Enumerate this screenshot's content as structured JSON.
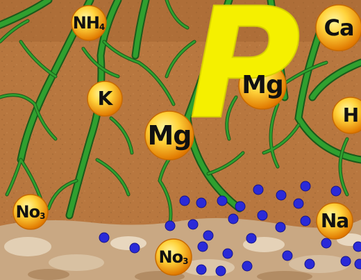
{
  "big_letter": "P",
  "colors": {
    "soil": "#b8773f",
    "soil_dark": "#8a5a2b",
    "rock": "#d9c3a6",
    "root": "#2e8b2e",
    "root_edge": "#1a5a1a",
    "ion_inner": "#ffe55a",
    "ion_outer": "#f08a00",
    "phosphorus": "#f5f000",
    "dot": "#2a2ad8"
  },
  "ions": [
    {
      "name": "ion-nh4",
      "text": "NH",
      "sub": "4"
    },
    {
      "name": "ion-k",
      "text": "K",
      "sub": ""
    },
    {
      "name": "ion-mg-center",
      "text": "Mg",
      "sub": ""
    },
    {
      "name": "ion-mg-right",
      "text": "Mg",
      "sub": ""
    },
    {
      "name": "ion-ca",
      "text": "Ca",
      "sub": ""
    },
    {
      "name": "ion-h",
      "text": "H",
      "sub": ""
    },
    {
      "name": "ion-no3-left",
      "text": "No",
      "sub": "3"
    },
    {
      "name": "ion-no3-bottom",
      "text": "No",
      "sub": "3"
    },
    {
      "name": "ion-na",
      "text": "Na",
      "sub": ""
    }
  ]
}
